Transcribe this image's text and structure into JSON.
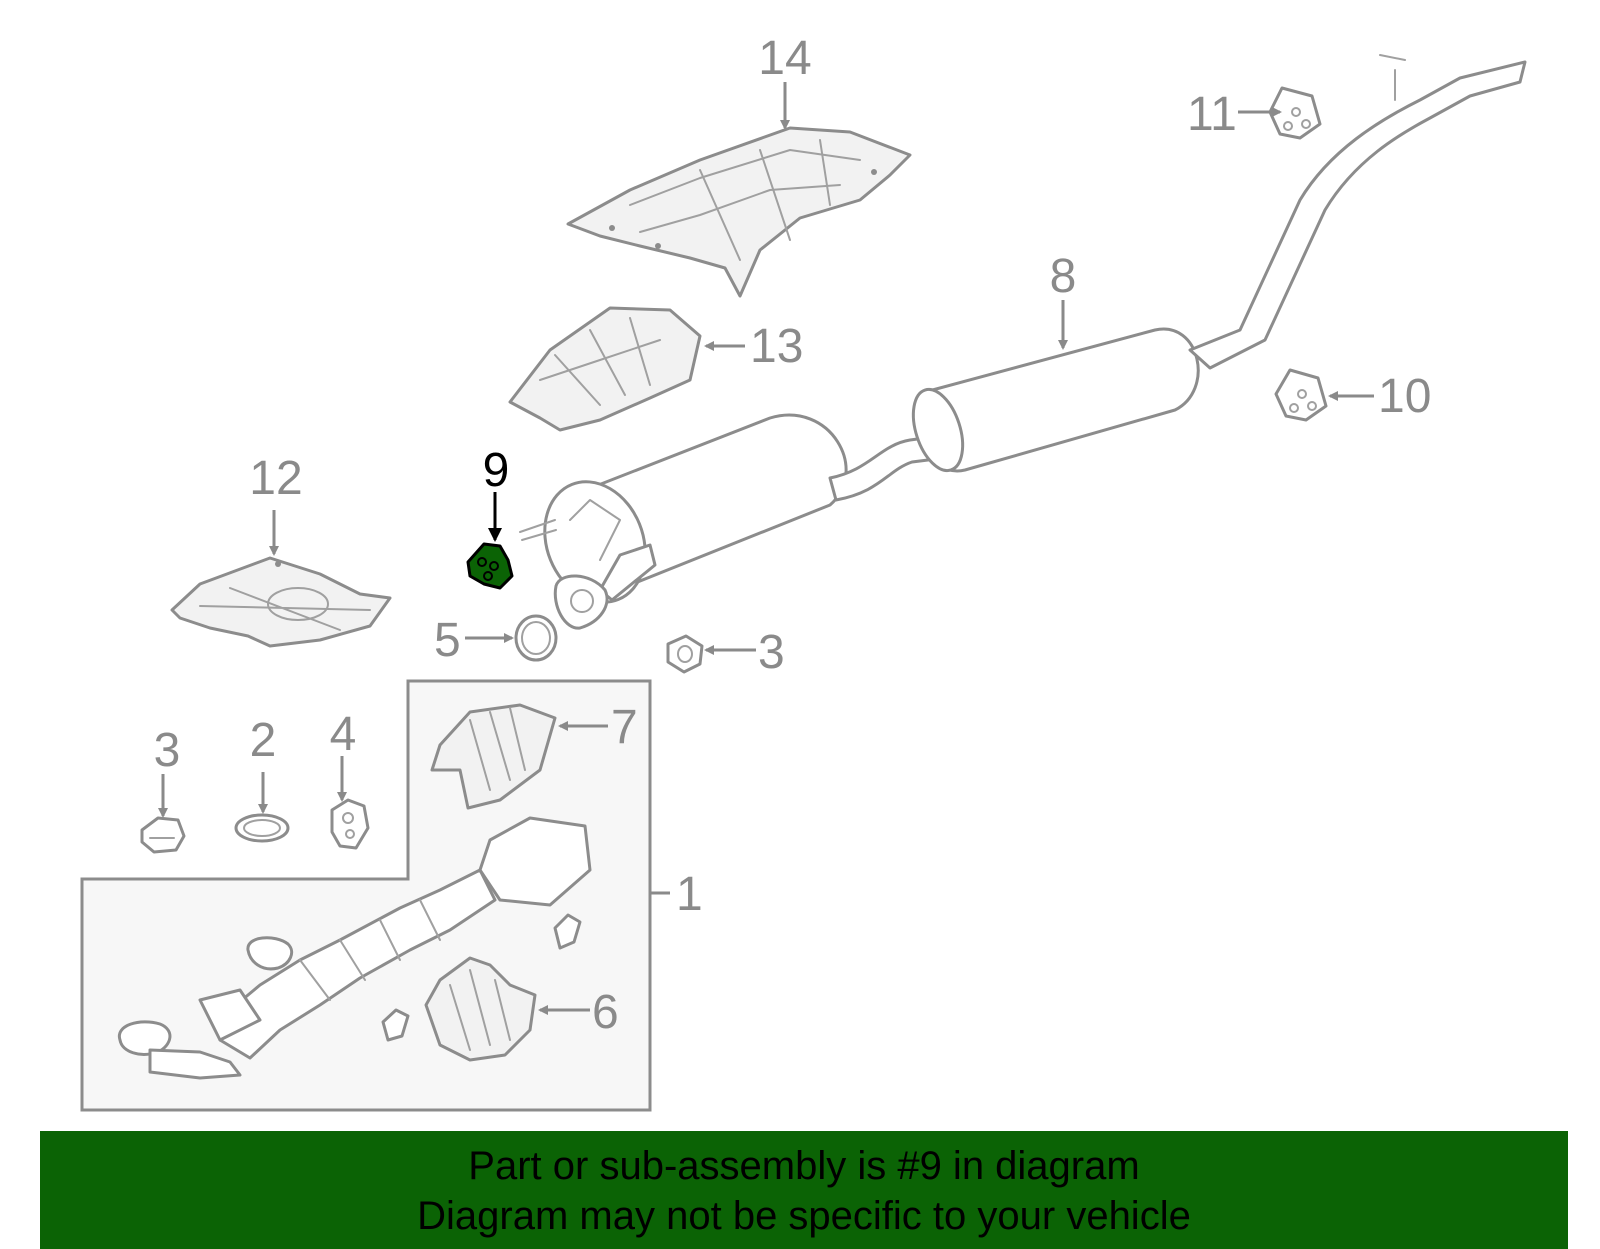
{
  "banner": {
    "line1": "Part or sub-assembly is #9 in diagram",
    "line2": "Diagram may not be specific to your vehicle"
  },
  "highlight": {
    "callout": "9",
    "color": "#0b6305",
    "banner_color": "#0b6305"
  },
  "callouts": {
    "c1": "1",
    "c2": "2",
    "c3a": "3",
    "c3b": "3",
    "c4": "4",
    "c5": "5",
    "c6": "6",
    "c7": "7",
    "c8": "8",
    "c9": "9",
    "c10": "10",
    "c11": "11",
    "c12": "12",
    "c13": "13",
    "c14": "14"
  },
  "colors": {
    "line": "#8c8c8c",
    "label": "#8a8a8a",
    "highlight_label": "#000000"
  }
}
